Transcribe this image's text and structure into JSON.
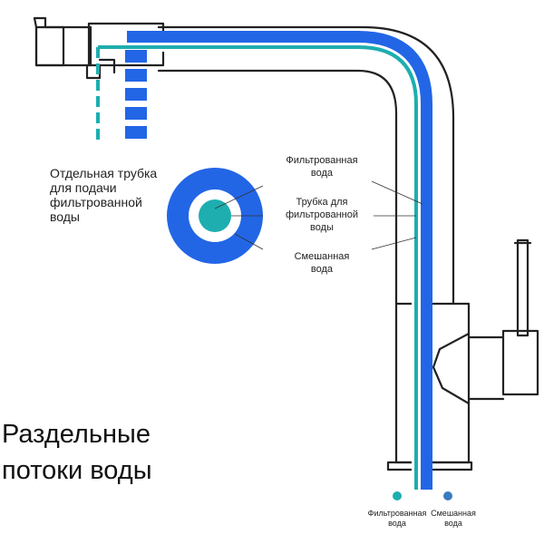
{
  "colors": {
    "filtered": "#1eaeb0",
    "mixed": "#2266e6",
    "legend_mixed_dot": "#3a7bc0",
    "outline": "#222222",
    "gap": "#ffffff"
  },
  "side_label": {
    "line1": "Отдельная трубка",
    "line2": "для подачи",
    "line3": "фильтрованной",
    "line4": "воды"
  },
  "callouts": {
    "filtered_water": {
      "line1": "Фильтрованная",
      "line2": "вода"
    },
    "filtered_tube": {
      "line1": "Трубка для",
      "line2": "фильтрованной",
      "line3": "воды"
    },
    "mixed_water": {
      "line1": "Смешанная",
      "line2": "вода"
    }
  },
  "title": {
    "line1": "Раздельные",
    "line2": "потоки воды"
  },
  "legend": {
    "filtered": {
      "line1": "Фильтрованная",
      "line2": "вода"
    },
    "mixed": {
      "line1": "Смешанная",
      "line2": "вода"
    }
  }
}
